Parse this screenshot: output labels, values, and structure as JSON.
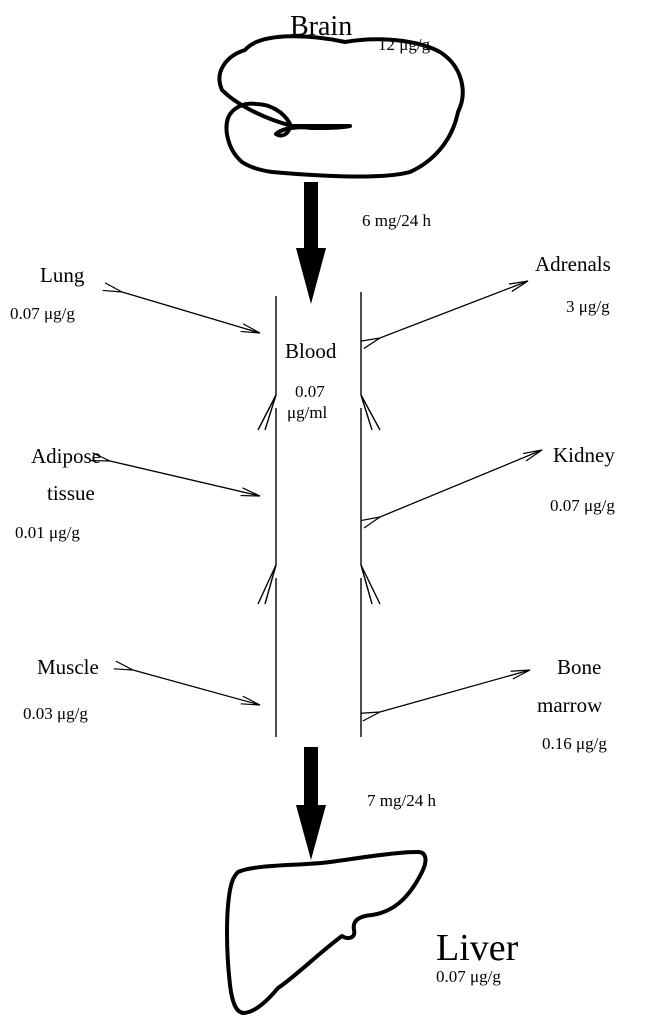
{
  "brain": {
    "label": "Brain",
    "conc": "12 μg/g"
  },
  "brain_flux": "6 mg/24 h",
  "blood": {
    "label": "Blood",
    "conc_value": "0.07",
    "conc_unit": "μg/ml"
  },
  "lung": {
    "label": "Lung",
    "conc": "0.07 μg/g"
  },
  "adrenals": {
    "label": "Adrenals",
    "conc": "3 μg/g"
  },
  "adipose": {
    "label_line1": "Adipose",
    "label_line2": "tissue",
    "conc": "0.01 μg/g"
  },
  "kidney": {
    "label": "Kidney",
    "conc": "0.07 μg/g"
  },
  "muscle": {
    "label": "Muscle",
    "conc": "0.03 μg/g"
  },
  "bone_marrow": {
    "label_line1": "Bone",
    "label_line2": "marrow",
    "conc": "0.16 μg/g"
  },
  "liver_flux": "7 mg/24 h",
  "liver": {
    "label": "Liver",
    "conc": "0.07 μg/g"
  }
}
